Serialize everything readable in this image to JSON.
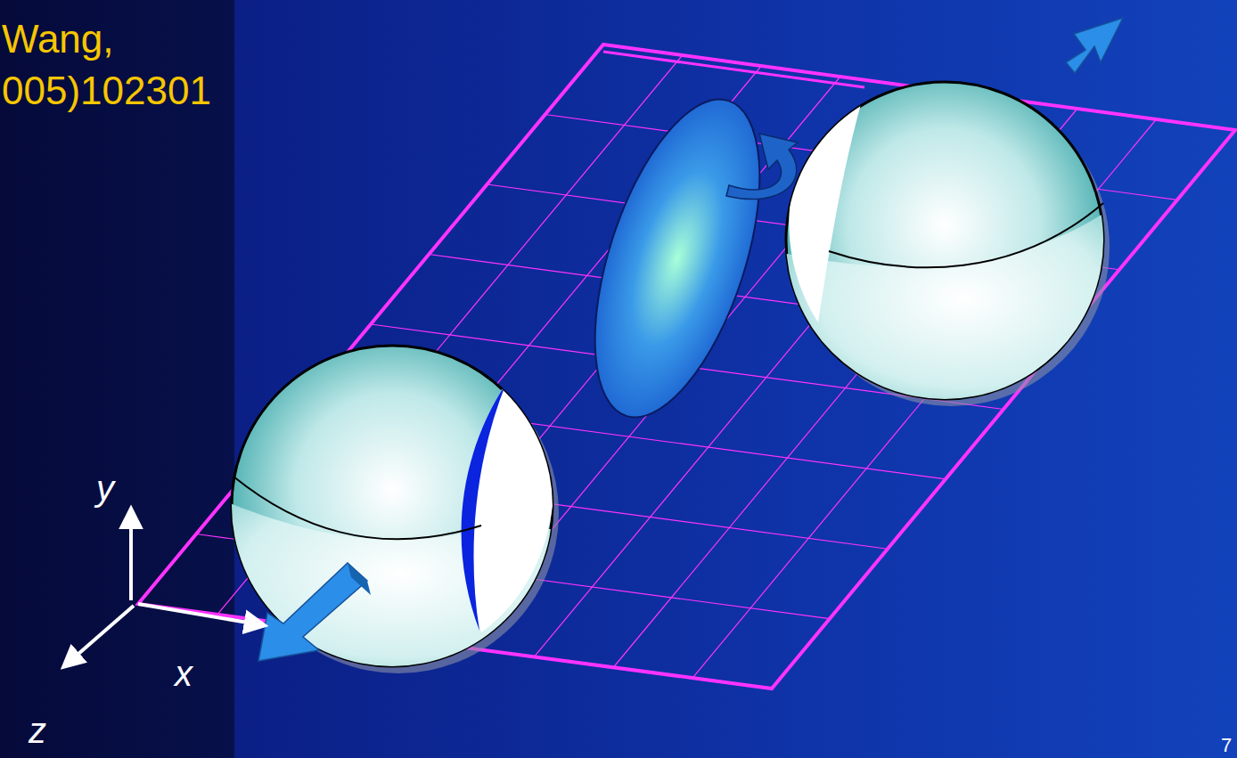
{
  "diagram": {
    "labels": [
      "Wang,",
      "005)102301",
      "y",
      "x",
      "z",
      "7"
    ]
  }
}
